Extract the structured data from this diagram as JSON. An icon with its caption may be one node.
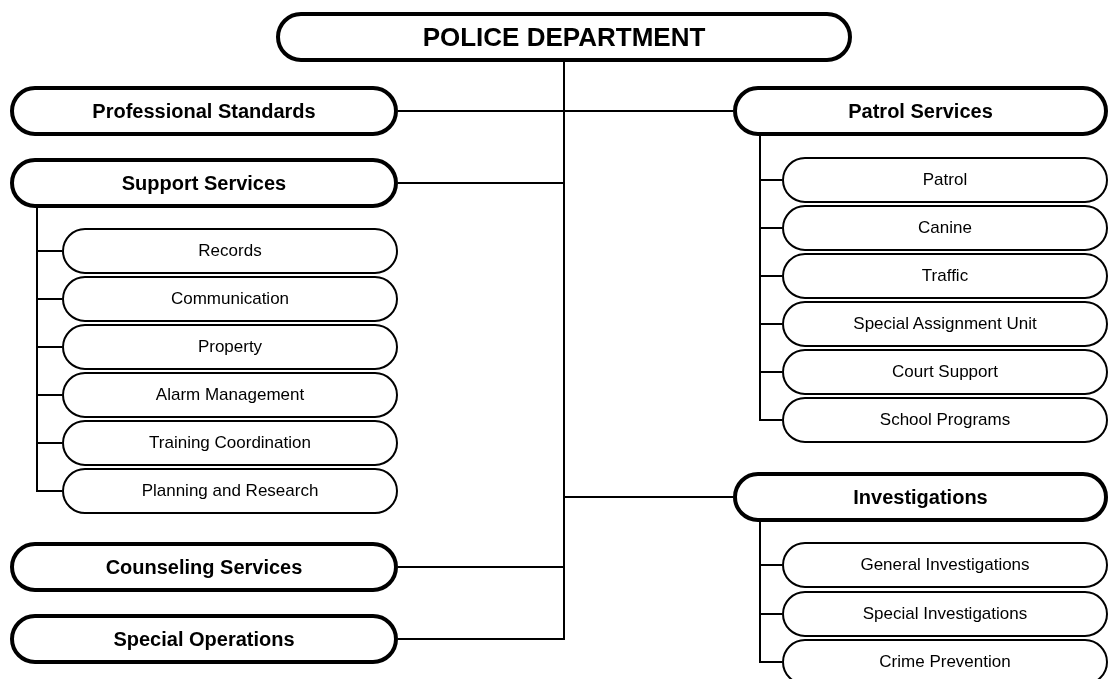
{
  "diagram": {
    "nodes": [
      {
        "text": [
          "POLICE DEPARTMENT"
        ]
      },
      {
        "text": [
          "Professional Standards"
        ]
      },
      {
        "text": [
          "Support Services"
        ]
      },
      {
        "text": [
          "Records"
        ]
      },
      {
        "text": [
          "Communication"
        ]
      },
      {
        "text": [
          "Property"
        ]
      },
      {
        "text": [
          "Alarm Management"
        ]
      },
      {
        "text": [
          "Training Coordination"
        ]
      },
      {
        "text": [
          "Planning and Research"
        ]
      },
      {
        "text": [
          "Counseling Services"
        ]
      },
      {
        "text": [
          "Special Operations"
        ]
      },
      {
        "text": [
          "Patrol Services"
        ]
      },
      {
        "text": [
          "Patrol"
        ]
      },
      {
        "text": [
          "Canine"
        ]
      },
      {
        "text": [
          "Traffic"
        ]
      },
      {
        "text": [
          "Special Assignment Unit"
        ]
      },
      {
        "text": [
          "Court Support"
        ]
      },
      {
        "text": [
          "School Programs"
        ]
      },
      {
        "text": [
          "Investigations"
        ]
      },
      {
        "text": [
          "General Investigations"
        ]
      },
      {
        "text": [
          "Special Investigations"
        ]
      },
      {
        "text": [
          "Crime Prevention"
        ]
      }
    ],
    "edges": [
      {
        "from": 0,
        "to": 1,
        "arrow": "none"
      },
      {
        "from": 0,
        "to": 2,
        "arrow": "none"
      },
      {
        "from": 0,
        "to": 9,
        "arrow": "none"
      },
      {
        "from": 0,
        "to": 10,
        "arrow": "none"
      },
      {
        "from": 0,
        "to": 11,
        "arrow": "none"
      },
      {
        "from": 0,
        "to": 18,
        "arrow": "none"
      },
      {
        "from": 2,
        "to": 3,
        "arrow": "none"
      },
      {
        "from": 2,
        "to": 4,
        "arrow": "none"
      },
      {
        "from": 2,
        "to": 5,
        "arrow": "none"
      },
      {
        "from": 2,
        "to": 6,
        "arrow": "none"
      },
      {
        "from": 2,
        "to": 7,
        "arrow": "none"
      },
      {
        "from": 2,
        "to": 8,
        "arrow": "none"
      },
      {
        "from": 11,
        "to": 12,
        "arrow": "none"
      },
      {
        "from": 11,
        "to": 13,
        "arrow": "none"
      },
      {
        "from": 11,
        "to": 14,
        "arrow": "none"
      },
      {
        "from": 11,
        "to": 15,
        "arrow": "none"
      },
      {
        "from": 11,
        "to": 16,
        "arrow": "none"
      },
      {
        "from": 11,
        "to": 17,
        "arrow": "none"
      },
      {
        "from": 18,
        "to": 19,
        "arrow": "none"
      },
      {
        "from": 18,
        "to": 20,
        "arrow": "none"
      },
      {
        "from": 18,
        "to": 21,
        "arrow": "none"
      }
    ]
  }
}
